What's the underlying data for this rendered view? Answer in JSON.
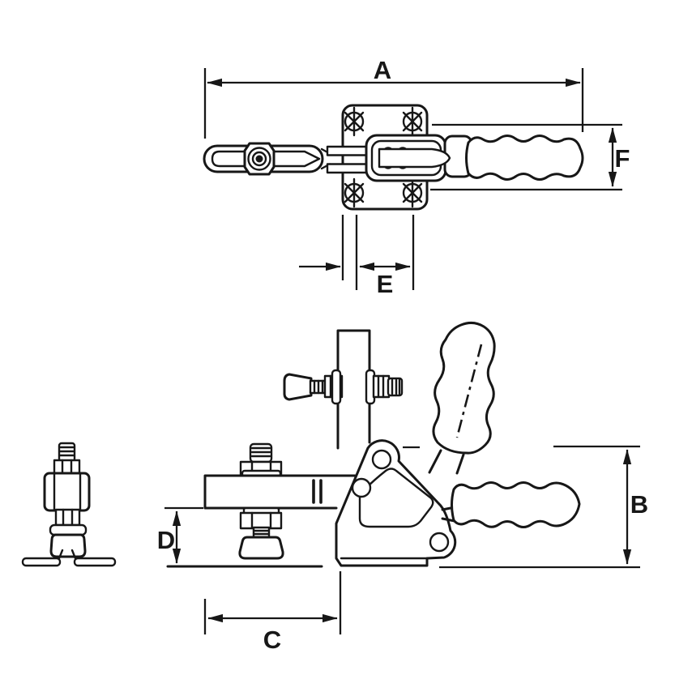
{
  "subject": "horizontal toggle clamp dimensional line drawing",
  "colors": {
    "background": "#ffffff",
    "line": "#171717"
  },
  "labels": {
    "dim_a": "A",
    "dim_b": "B",
    "dim_c": "C",
    "dim_d": "D",
    "dim_e": "E",
    "dim_f": "F"
  }
}
